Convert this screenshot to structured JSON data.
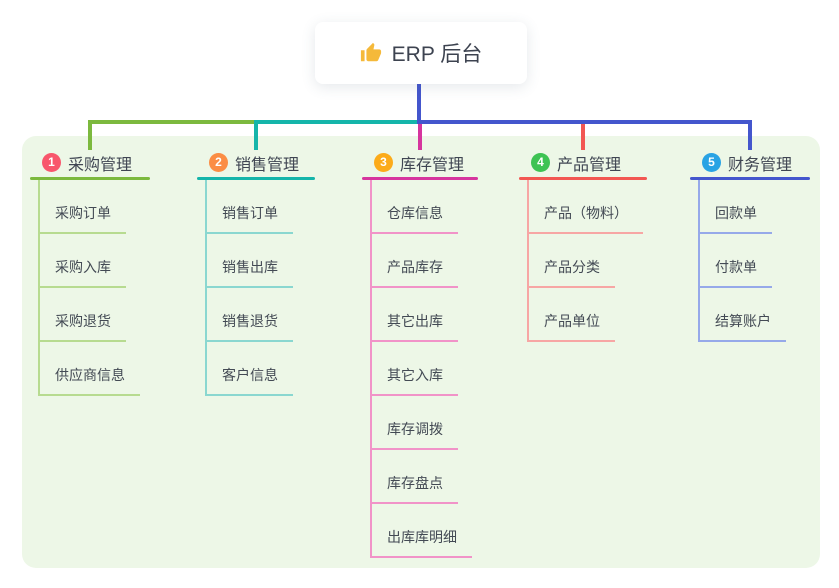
{
  "root": {
    "title": "ERP 后台",
    "icon": "thumbs-up-icon"
  },
  "branches": [
    {
      "badge": "1",
      "title": "采购管理",
      "color": "#7cb93e",
      "light_color": "#b7db90",
      "badge_color": "#f8566c",
      "children": [
        "采购订单",
        "采购入库",
        "采购退货",
        "供应商信息"
      ]
    },
    {
      "badge": "2",
      "title": "销售管理",
      "color": "#15b5aa",
      "light_color": "#8ad7d0",
      "badge_color": "#fb8d44",
      "children": [
        "销售订单",
        "销售出库",
        "销售退货",
        "客户信息"
      ]
    },
    {
      "badge": "3",
      "title": "库存管理",
      "color": "#d6359e",
      "light_color": "#f193c8",
      "badge_color": "#fcab19",
      "children": [
        "仓库信息",
        "产品库存",
        "其它出库",
        "其它入库",
        "库存调拨",
        "库存盘点",
        "出库库明细"
      ]
    },
    {
      "badge": "4",
      "title": "产品管理",
      "color": "#f25752",
      "light_color": "#f7a6a4",
      "badge_color": "#3dc353",
      "children": [
        "产品（物料）",
        "产品分类",
        "产品单位"
      ]
    },
    {
      "badge": "5",
      "title": "财务管理",
      "color": "#4456cd",
      "light_color": "#96a9e9",
      "badge_color": "#29a3e4",
      "children": [
        "回款单",
        "付款单",
        "结算账户"
      ]
    }
  ],
  "colors": {
    "panel_bg": "#edf7e7",
    "card_bg": "#ffffff",
    "root_text": "#3d4350",
    "root_line": "#4456cd",
    "thumb": "#f5b93a"
  }
}
